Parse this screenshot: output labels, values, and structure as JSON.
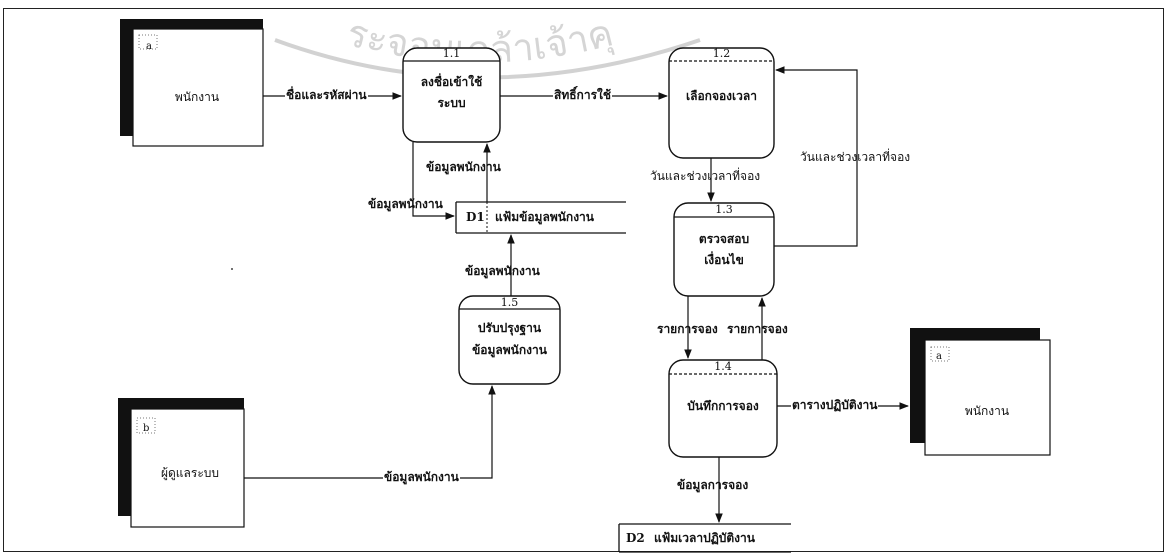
{
  "watermark": "ระจอมเกล้าเจ้าคุ",
  "entities": {
    "employee_left": {
      "id": "a",
      "label": "พนักงาน"
    },
    "employee_right": {
      "id": "a",
      "label": "พนักงาน"
    },
    "admin": {
      "id": "b",
      "label": "ผู้ดูแลระบบ"
    }
  },
  "processes": {
    "p1_1": {
      "num": "1.1",
      "line1": "ลงชื่อเข้าใช้",
      "line2": "ระบบ"
    },
    "p1_2": {
      "num": "1.2",
      "line1": "เลือกจองเวลา",
      "line2": ""
    },
    "p1_3": {
      "num": "1.3",
      "line1": "ตรวจสอบ",
      "line2": "เงื่อนไข"
    },
    "p1_4": {
      "num": "1.4",
      "line1": "บันทึกการจอง",
      "line2": ""
    },
    "p1_5": {
      "num": "1.5",
      "line1": "ปรับปรุงฐาน",
      "line2": "ข้อมูลพนักงาน"
    }
  },
  "datastores": {
    "d1": {
      "id": "D1",
      "label": "แฟ้มข้อมูลพนักงาน"
    },
    "d2": {
      "id": "D2",
      "label": "แฟ้มเวลาปฏิบัติงาน"
    }
  },
  "flows": {
    "username_password": "ชื่อและรหัสผ่าน",
    "rights": "สิทธิ์การใช้",
    "emp_data_up": "ข้อมูลพนักงาน",
    "emp_data_left": "ข้อมูลพนักงาน",
    "emp_data_from_p15": "ข้อมูลพนักงาน",
    "emp_data_admin": "ข้อมูลพนักงาน",
    "date_time_down": "วันและช่วงเวลาที่จอง",
    "date_time_back": "วันและช่วงเวลาที่จอง",
    "booking_item_1": "รายการจอง",
    "booking_item_2": "รายการจอง",
    "schedule": "ตารางปฏิบัติงาน",
    "booking_data": "ข้อมูลการจอง"
  }
}
